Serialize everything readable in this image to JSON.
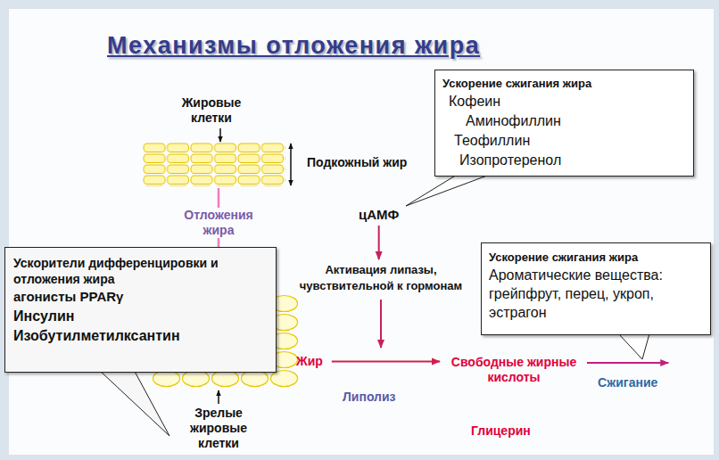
{
  "diagram": {
    "title": "Механизмы отложения жира",
    "nodes": [
      {
        "text": [
          "Ускорение сжигания жира",
          "Кофеин",
          "Аминофиллин",
          "Теофиллин",
          "Изопротеренол"
        ]
      },
      {
        "text": [
          "цАМФ"
        ]
      },
      {
        "text": [
          "Ускорители дифференцировки и отложения жира",
          "агонисты PPARγ",
          "Инсулин",
          "Изобутилметилксантин"
        ]
      },
      {
        "text": [
          "Ускорение сжигания жира",
          "Ароматические вещества: грейпфрут, перец, укроп, эстрагон"
        ]
      },
      {
        "text": [
          "Активация липазы, чувствительной к гормонам"
        ]
      },
      {
        "text": [
          "Жир"
        ]
      },
      {
        "text": [
          "Свободные жирные кислоты"
        ]
      },
      {
        "text": [
          "Сжигание"
        ]
      }
    ],
    "edges": [
      {
        "from": 1,
        "to": 4,
        "arrow": "to"
      },
      {
        "from": 5,
        "to": 6,
        "arrow": "to"
      },
      {
        "from": 6,
        "to": 7,
        "arrow": "to"
      }
    ],
    "labels": [
      "Жировые клетки",
      "Подкожный жир",
      "Отложения жира",
      "Зрелые жировые клетки",
      "Липолиз",
      "Глицерин"
    ]
  }
}
